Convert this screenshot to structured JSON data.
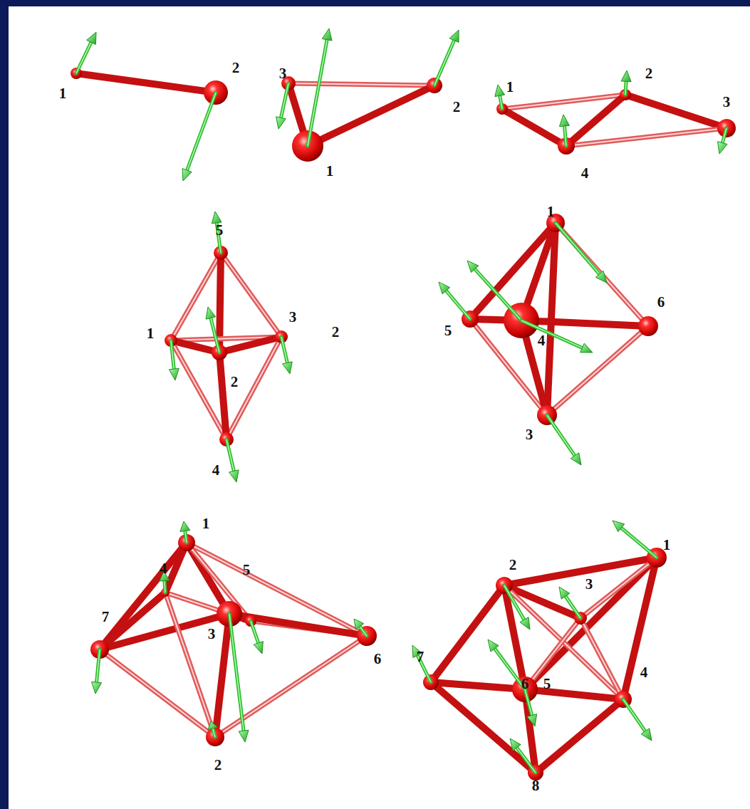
{
  "diagram": {
    "labels": [
      "1",
      "2",
      "3",
      "2",
      "1",
      "1",
      "2",
      "3",
      "4",
      "5",
      "1",
      "3",
      "2",
      "4",
      "2",
      "1",
      "6",
      "5",
      "4",
      "3",
      "1",
      "4",
      "5",
      "7",
      "3",
      "6",
      "2",
      "1",
      "2",
      "3",
      "7",
      "6",
      "5",
      "4",
      "8"
    ]
  }
}
